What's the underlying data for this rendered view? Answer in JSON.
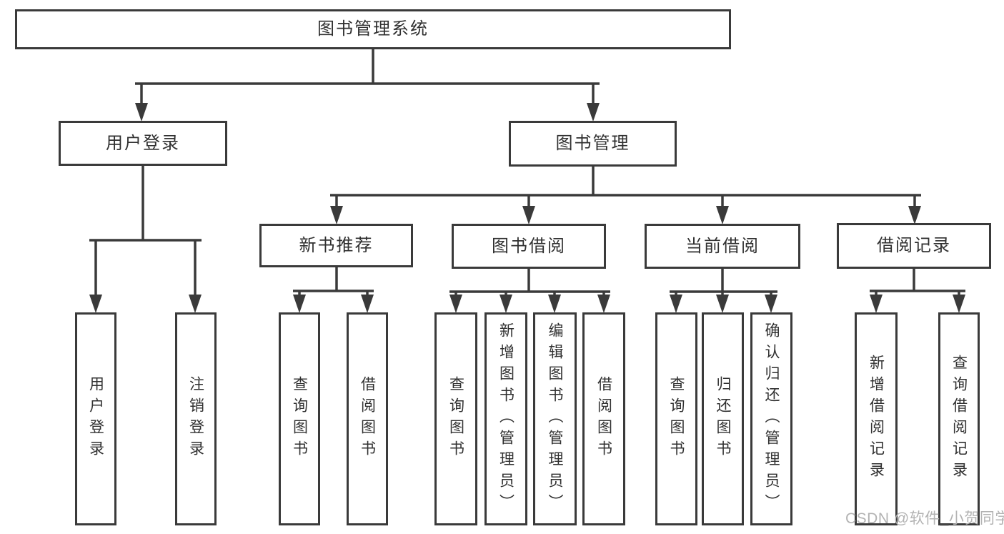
{
  "diagram": {
    "root": {
      "label": "图书管理系统"
    },
    "branches": [
      {
        "label": "用户登录",
        "children": [
          "用户登录",
          "注销登录"
        ]
      },
      {
        "label": "图书管理",
        "sections": [
          {
            "label": "新书推荐",
            "children": [
              "查询图书",
              "借阅图书"
            ]
          },
          {
            "label": "图书借阅",
            "children": [
              "查询图书",
              "新增图书（管理员）",
              "编辑图书（管理员）",
              "借阅图书"
            ]
          },
          {
            "label": "当前借阅",
            "children": [
              "查询图书",
              "归还图书",
              "确认归还（管理员）"
            ]
          },
          {
            "label": "借阅记录",
            "children": [
              "新增借阅记录",
              "查询借阅记录"
            ]
          }
        ]
      }
    ]
  },
  "watermark": {
    "text": "CSDN @软件_小贺同学"
  },
  "colors": {
    "line": "#3a3a3a",
    "text": "#303030",
    "box_background": "#ffffff",
    "watermark": "#b3b3b3",
    "background": "#ffffff"
  }
}
